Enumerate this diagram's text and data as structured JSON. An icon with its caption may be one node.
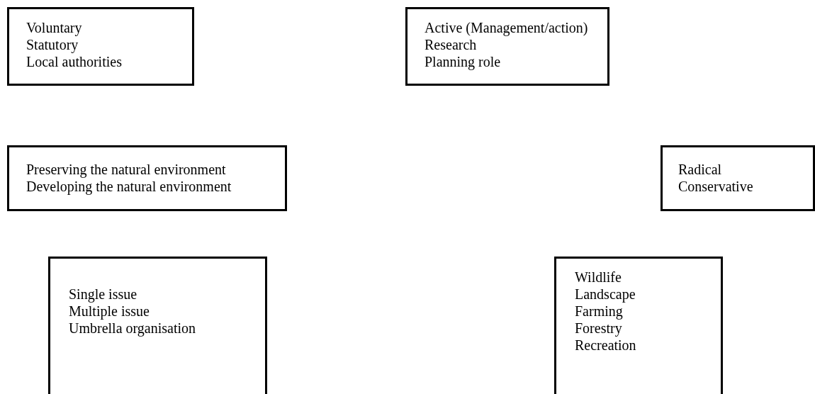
{
  "diagram": {
    "nodes": [
      {
        "text": [
          "Voluntary",
          "Statutory",
          "Local authorities"
        ]
      },
      {
        "text": [
          "Active (Management/action)",
          "Research",
          "Planning role"
        ]
      },
      {
        "text": [
          "Preserving the natural environment",
          "Developing the natural environment"
        ]
      },
      {
        "text": [
          "Radical",
          "Conservative"
        ]
      },
      {
        "text": [
          "Single issue",
          "Multiple issue",
          "Umbrella organisation"
        ]
      },
      {
        "text": [
          "Wildlife",
          "Landscape",
          "Farming",
          "Forestry",
          "Recreation"
        ]
      }
    ]
  }
}
